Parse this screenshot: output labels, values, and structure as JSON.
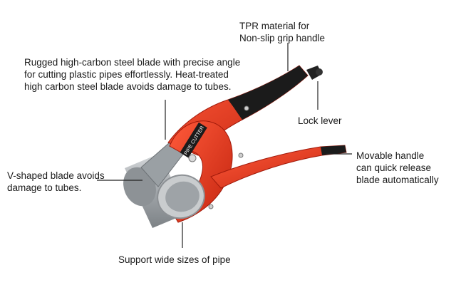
{
  "labels": {
    "tpr": [
      "TPR material for",
      "Non-slip grip handle"
    ],
    "steel_blade": [
      "Rugged high-carbon steel blade with precise angle",
      "for cutting plastic pipes effortlessly. Heat-treated",
      "high carbon steel blade avoids damage to tubes."
    ],
    "lock_lever": "Lock lever",
    "movable_handle": [
      "Movable handle",
      "can quick release",
      "blade automatically"
    ],
    "v_blade": [
      "V-shaped blade avoids",
      "damage to tubes."
    ],
    "support": "Support wide sizes of pipe"
  },
  "tool_badge": "PIPE CUTTER",
  "colors": {
    "body": "#e8381d",
    "body_dark": "#b72010",
    "grip": "#1b1b1b",
    "blade": "#a9aeb2",
    "pipe": "#b9bdc0",
    "leader": "#222222"
  }
}
